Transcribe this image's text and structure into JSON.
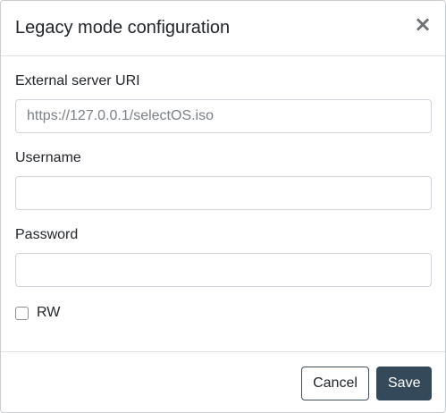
{
  "dialog": {
    "title": "Legacy mode configuration",
    "close_glyph": "×"
  },
  "form": {
    "uri": {
      "label": "External server URI",
      "value": "",
      "placeholder": "https://127.0.0.1/selectOS.iso"
    },
    "username": {
      "label": "Username",
      "value": "",
      "placeholder": ""
    },
    "password": {
      "label": "Password",
      "value": "",
      "placeholder": ""
    },
    "rw": {
      "label": "RW",
      "checked": false
    }
  },
  "footer": {
    "cancel_label": "Cancel",
    "save_label": "Save"
  },
  "icons": {
    "close": "close-icon"
  },
  "colors": {
    "primary": "#344a5a",
    "border": "#dee2e6",
    "input_border": "#ced4da"
  }
}
